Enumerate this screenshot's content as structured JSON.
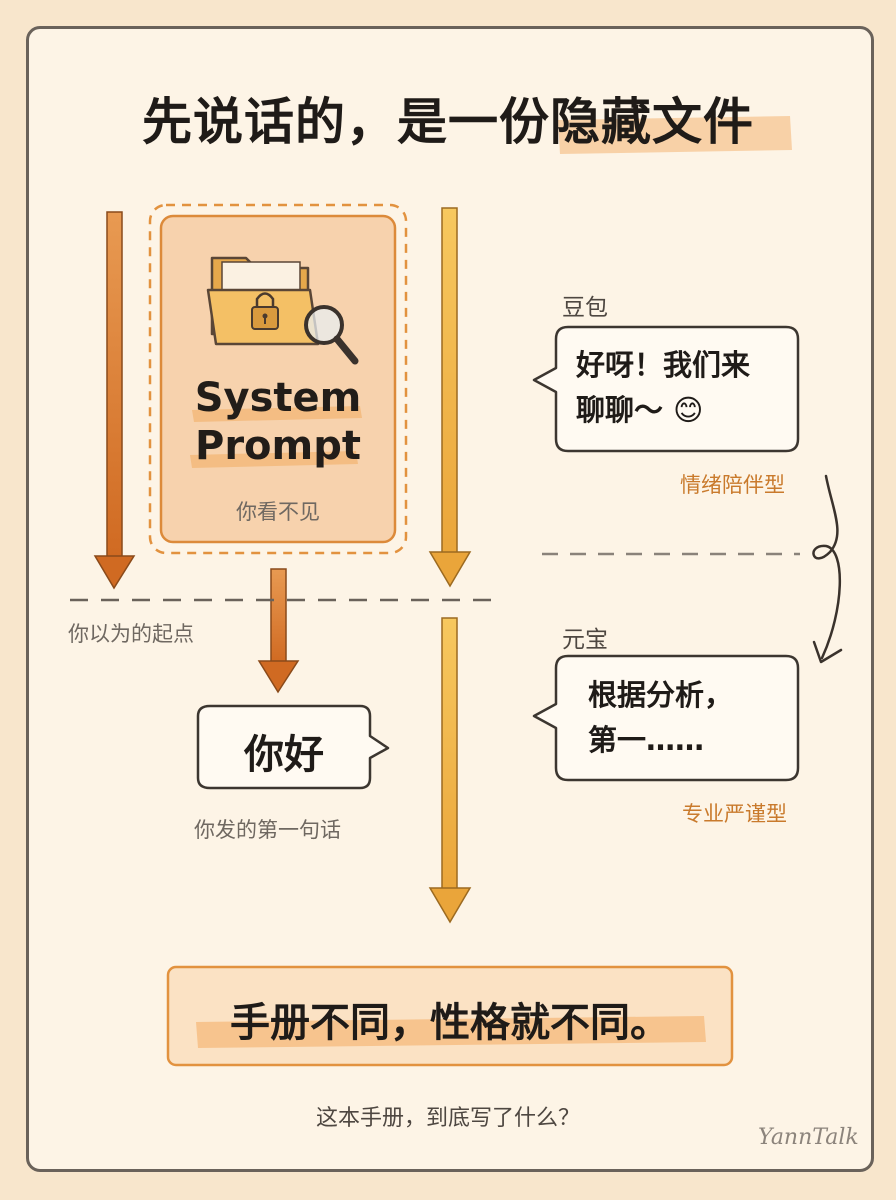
{
  "title": "先说话的，是一份隐藏文件",
  "system_prompt": {
    "title_line1": "System",
    "title_line2": "Prompt",
    "caption": "你看不见",
    "folder_icon": "locked-folder-icon",
    "magnifier_icon": "magnifier-icon"
  },
  "start_label": "你以为的起点",
  "user_message": {
    "text": "你好",
    "caption": "你发的第一句话"
  },
  "assistants": [
    {
      "name": "豆包",
      "line1": "好呀！我们来",
      "line2": "聊聊～",
      "emoji": "😊",
      "tag": "情绪陪伴型"
    },
    {
      "name": "元宝",
      "line1": "根据分析，",
      "line2": "第一……",
      "tag": "专业严谨型"
    }
  ],
  "summary": "手册不同，性格就不同。",
  "question": "这本手册，到底写了什么？",
  "signature": "YannTalk",
  "colors": {
    "orange_dark": "#d8792e",
    "orange_light": "#f0b049",
    "highlight": "#f6c89a",
    "background": "#fdf4e6"
  }
}
